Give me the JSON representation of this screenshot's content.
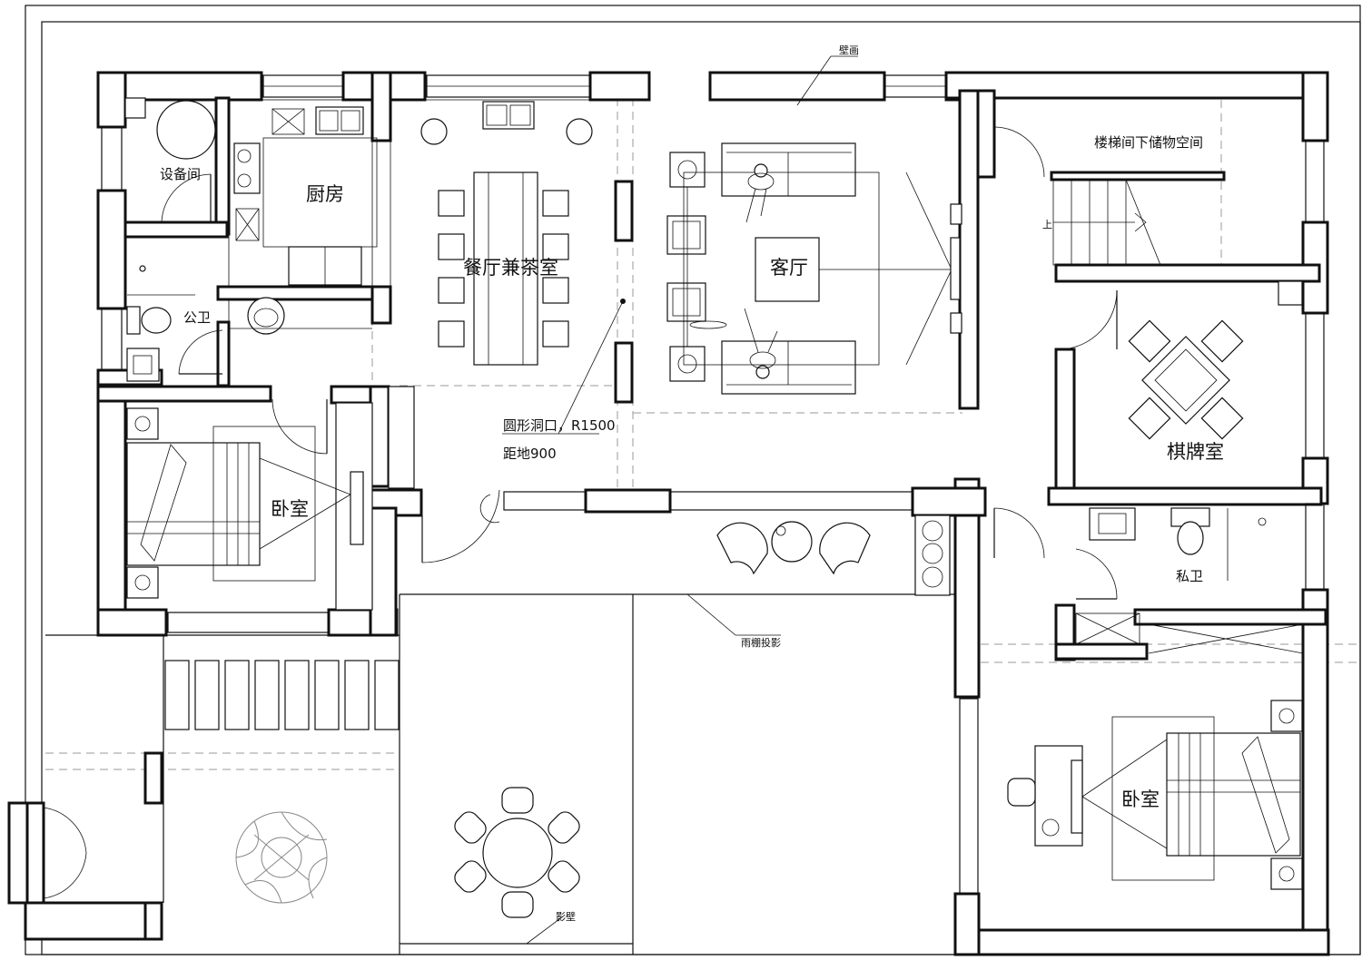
{
  "rooms": {
    "equipment": "设备间",
    "kitchen": "厨房",
    "dining": "餐厅兼茶室",
    "living": "客厅",
    "public_bath": "公卫",
    "bedroom_left": "卧室",
    "bedroom_right": "卧室",
    "storage": "楼梯间下储物空间",
    "chess": "棋牌室",
    "private_bath": "私卫"
  },
  "annotations": {
    "mural": "壁画",
    "opening_line1": "圆形洞口，R1500",
    "opening_line2": "距地900",
    "canopy": "雨棚投影",
    "screen_wall": "影壁",
    "stair_up": "上"
  }
}
